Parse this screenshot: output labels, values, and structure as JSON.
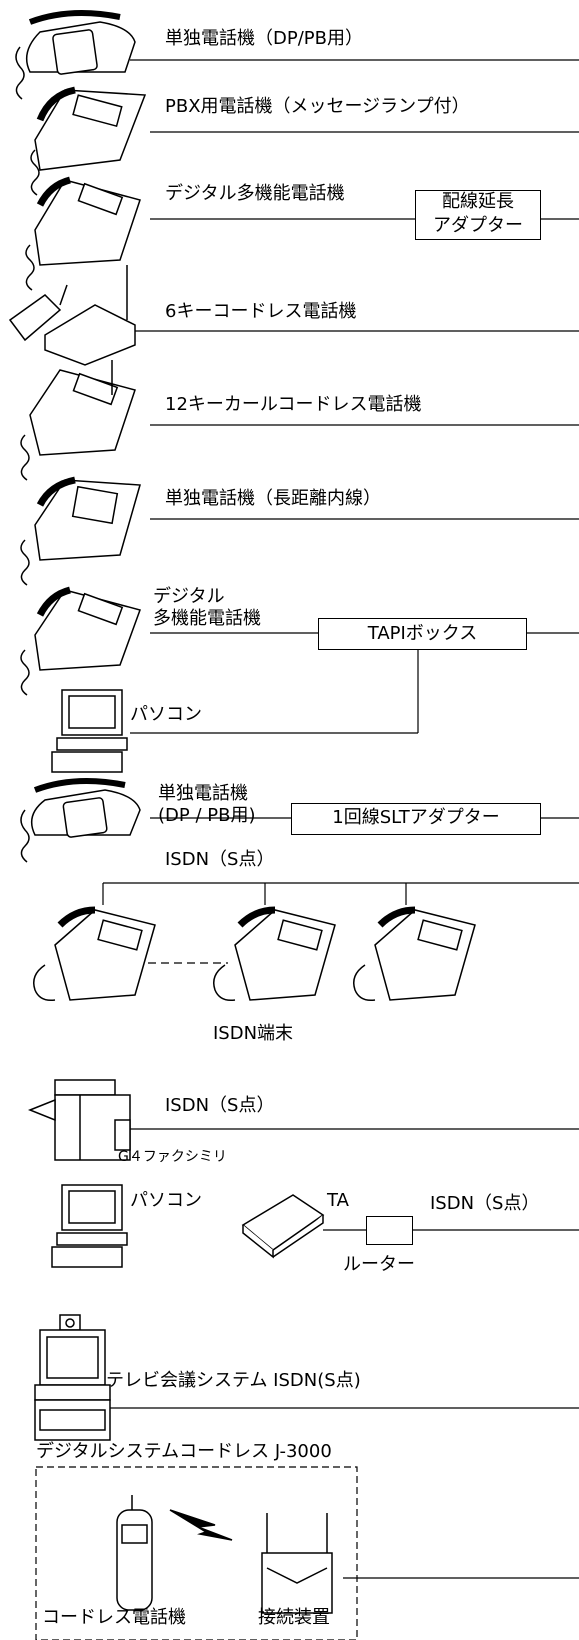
{
  "rows": {
    "single_dp_pb": "単独電話機（DP/PB用）",
    "pbx_phone": "PBX用電話機（メッセージランプ付）",
    "digital_multi": "デジタル多機能電話機",
    "wiring_adapter_line1": "配線延長",
    "wiring_adapter_line2": "アダプター",
    "cordless6": "6キーコードレス電話機",
    "cordless12": "12キーカールコードレス電話機",
    "single_long": "単独電話機（長距離内線）",
    "tapi_phone_line1": "デジタル",
    "tapi_phone_line2": "多機能電話機",
    "tapi_box": "TAPIボックス",
    "pc1": "パソコン",
    "slt_phone_line1": "単独電話機",
    "slt_phone_line2": "(DP / PB用)",
    "slt_adapter": "1回線SLTアダプター",
    "isdn_s1": "ISDN（S点）",
    "isdn_terminal": "ISDN端末",
    "isdn_s2": "ISDN（S点）",
    "g4fax": "G４ファクシミリ",
    "pc2": "パソコン",
    "ta": "TA",
    "isdn_s3": "ISDN（S点）",
    "router": "ルーター",
    "tv_conf": "テレビ会議システム ISDN(S点)",
    "j3000_title": "デジタルシステムコードレス J-3000",
    "cordless_phone": "コードレス電話機",
    "connector": "接続装置"
  },
  "icons": [
    "desk-phone-icon",
    "business-phone-icon",
    "digital-phone-icon",
    "cordless-base-icon",
    "cordless-handset-icon",
    "pc-icon",
    "fax-icon",
    "ta-modem-icon",
    "tv-conference-icon",
    "antenna-base-icon",
    "lightning-icon"
  ]
}
